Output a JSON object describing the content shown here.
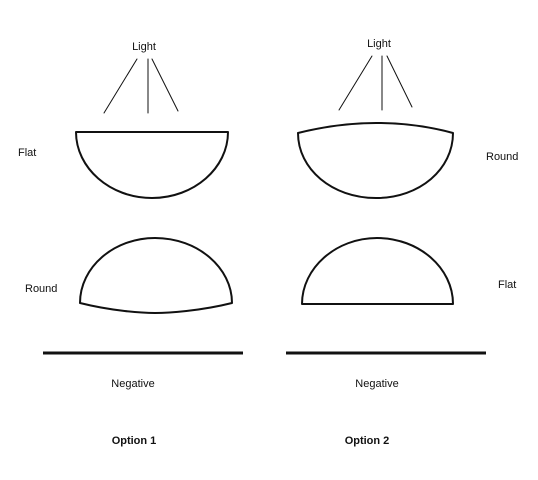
{
  "diagram": {
    "light_label": "Light",
    "negative_label": "Negative",
    "flat_label": "Flat",
    "round_label": "Round"
  },
  "options": [
    {
      "caption": "Option 1",
      "upper_lens_label": "Flat",
      "lower_lens_label": "Round",
      "light_label": "Light",
      "negative_label": "Negative"
    },
    {
      "caption": "Option 2",
      "upper_lens_label": "Round",
      "lower_lens_label": "Flat",
      "light_label": "Light",
      "negative_label": "Negative"
    }
  ],
  "colors": {
    "line": "#111111",
    "background": "#ffffff"
  }
}
